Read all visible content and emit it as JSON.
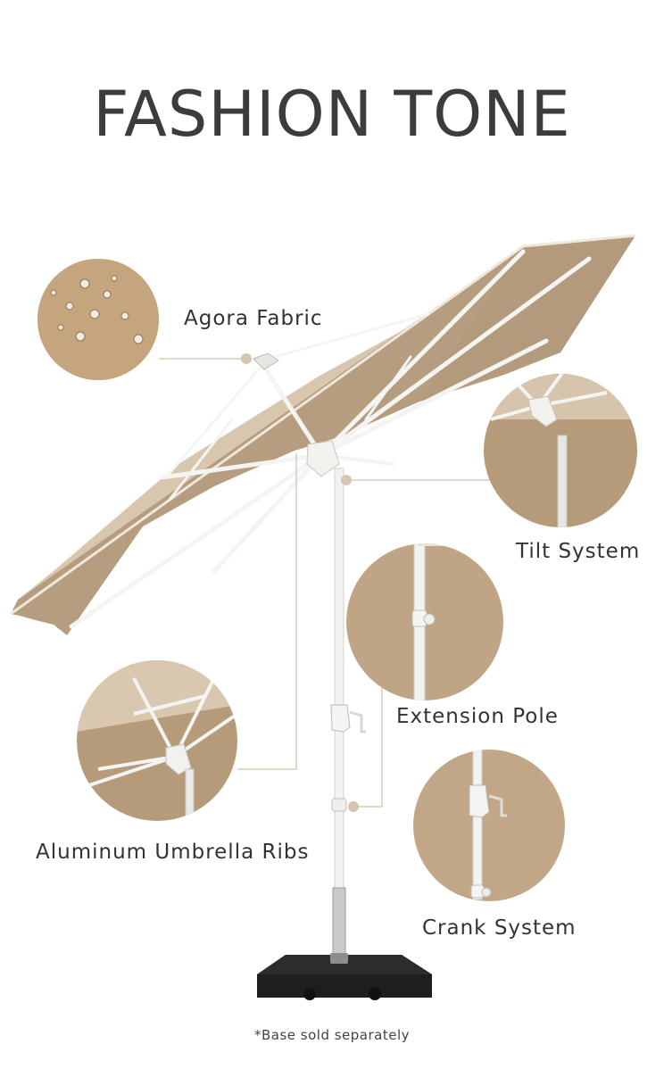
{
  "page": {
    "title": "FASHION TONE",
    "footnote": "*Base sold separately"
  },
  "features": [
    {
      "label": "Agora Fabric",
      "icon": "fabric-water-drops"
    },
    {
      "label": "Tilt System",
      "icon": "tilt-hub"
    },
    {
      "label": "Extension Pole",
      "icon": "extension-pole"
    },
    {
      "label": "Aluminum Umbrella Ribs",
      "icon": "umbrella-ribs"
    },
    {
      "label": "Crank System",
      "icon": "crank-handle"
    }
  ],
  "colors": {
    "canopy": "#b69d7f",
    "canopy_light": "#d9c7b0",
    "frame": "#f4f4f2",
    "base": "#1e1e1e",
    "leader_line": "#c9b29a"
  }
}
